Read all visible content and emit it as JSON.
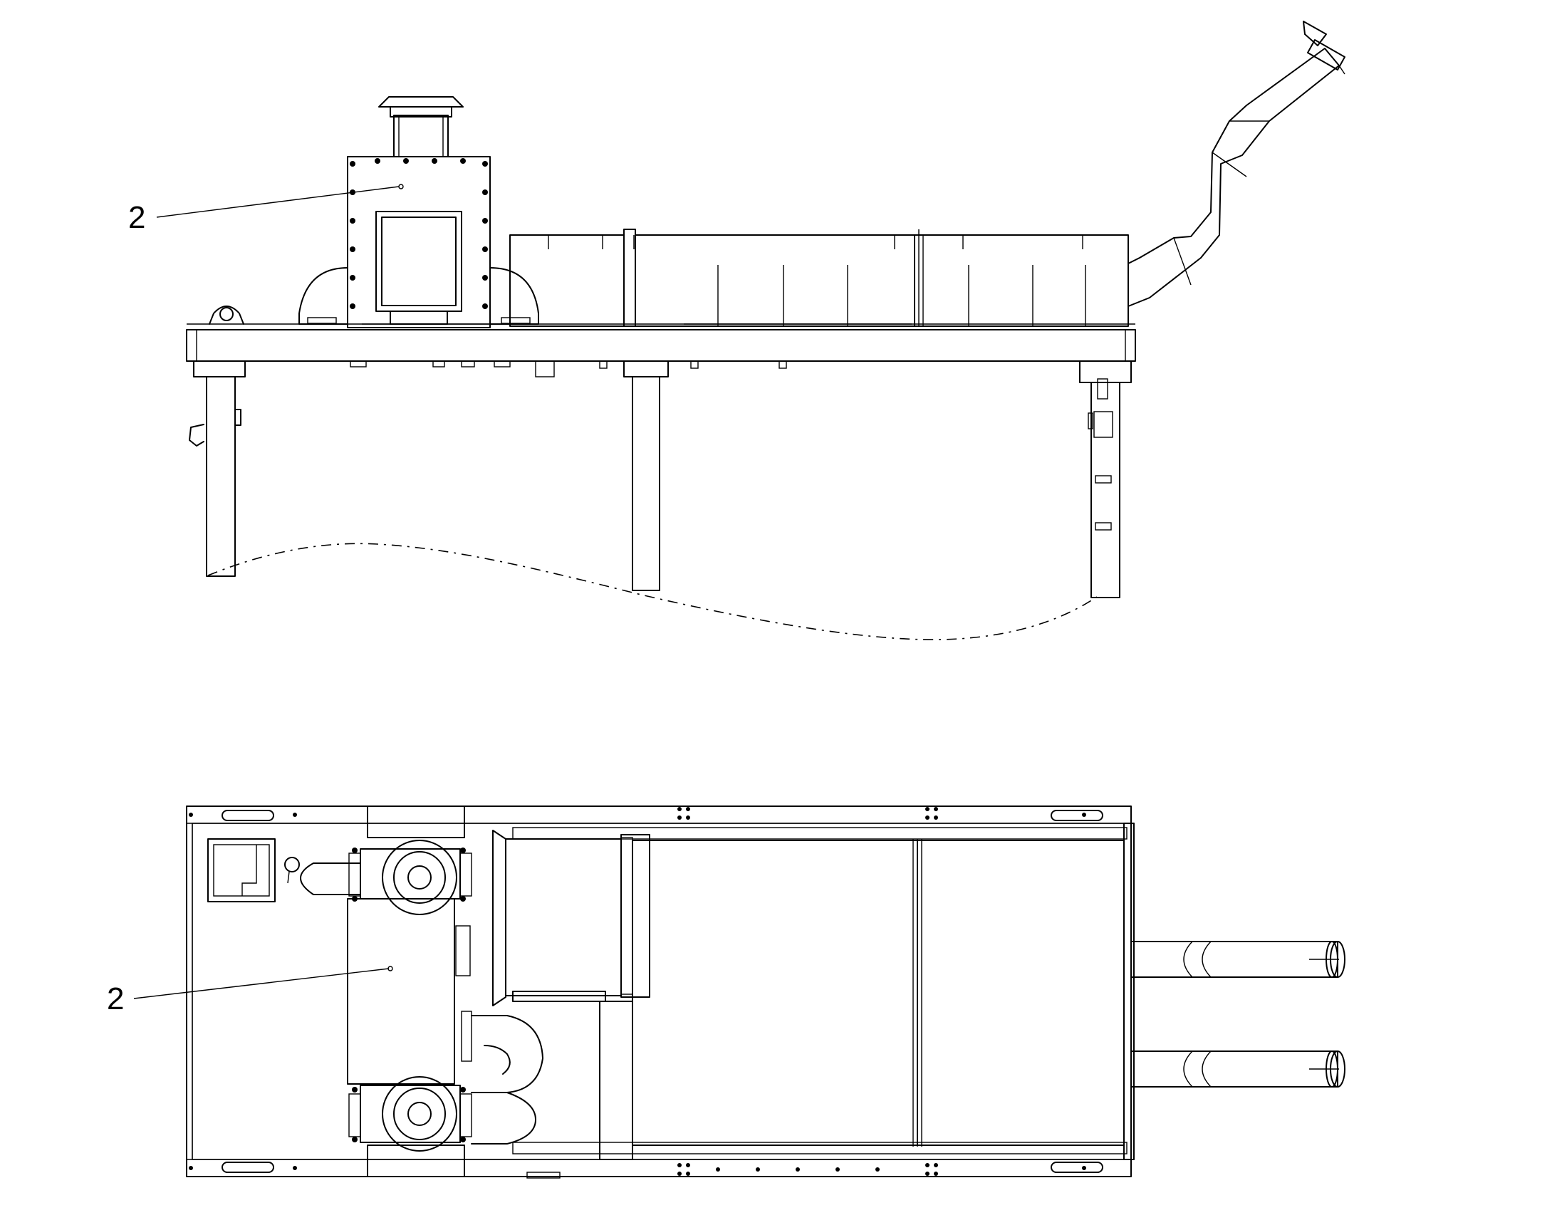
{
  "callouts": [
    {
      "id": "side-view-callout",
      "label": "2"
    },
    {
      "id": "top-view-callout",
      "label": "2"
    }
  ],
  "colors": {
    "line": "#000000",
    "background": "#ffffff"
  }
}
